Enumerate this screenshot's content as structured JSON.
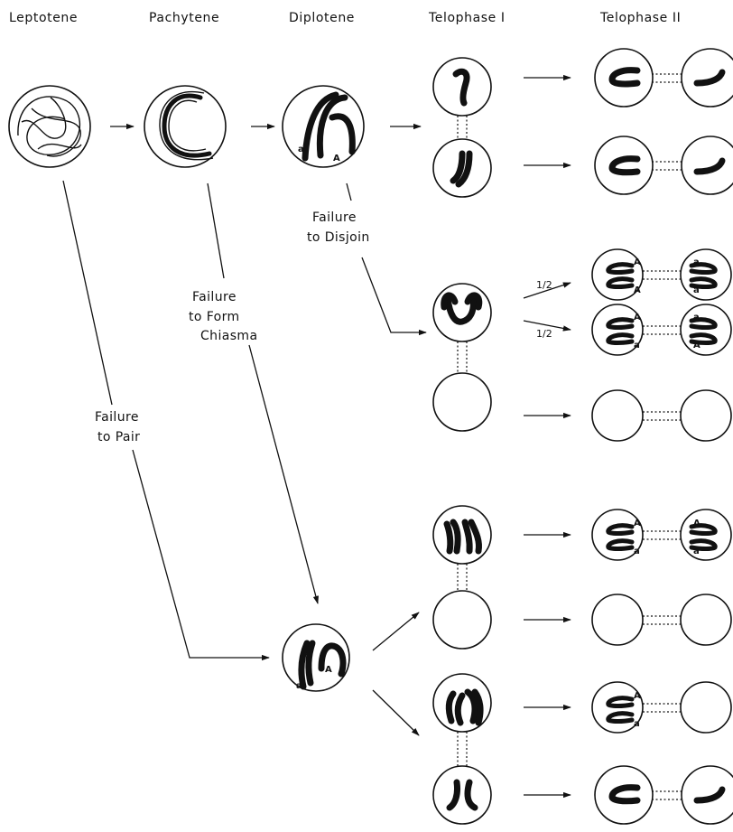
{
  "headers": {
    "leptotene": "Leptotene",
    "pachytene": "Pachytene",
    "diplotene": "Diplotene",
    "telophase_1": "Telophase I",
    "telophase_2": "Telophase II"
  },
  "labels": {
    "failure_to_pair": [
      "Failure",
      "to Pair"
    ],
    "failure_to_form_chiasma": [
      "Failure",
      "to Form",
      "Chiasma"
    ],
    "failure_to_disjoin": [
      "Failure",
      "to Disjoin"
    ]
  },
  "ratios": {
    "upper": "1/2",
    "lower": "1/2"
  },
  "alleles": {
    "big": "A",
    "small": "a"
  }
}
